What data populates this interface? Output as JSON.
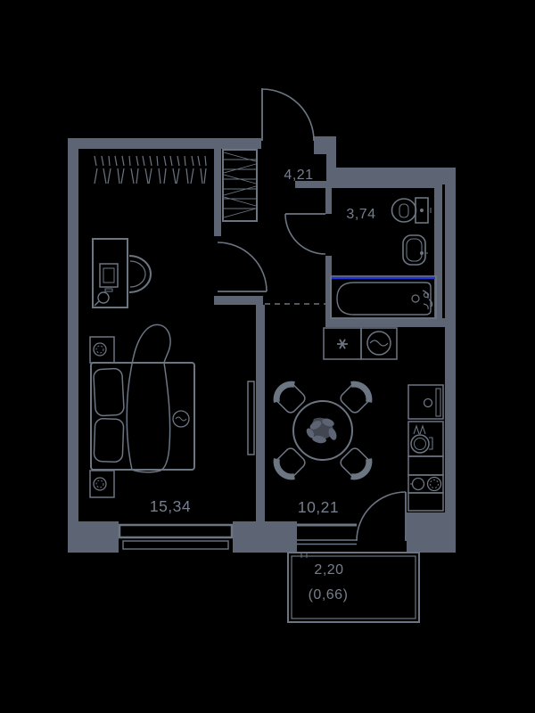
{
  "plan": {
    "type": "apartment-floor-plan",
    "colors": {
      "background": "#000000",
      "wall": "#5d6473",
      "line": "#6c7582",
      "text": "#767f8e",
      "accent_blue": "#2433d4"
    },
    "rooms": [
      {
        "name": "hallway",
        "area_m2": "4,21"
      },
      {
        "name": "bathroom",
        "area_m2": "3,74"
      },
      {
        "name": "bedroom",
        "area_m2": "15,34"
      },
      {
        "name": "kitchen-living",
        "area_m2": "10,21"
      },
      {
        "name": "balcony",
        "area_m2": "2,20",
        "area_reduced_m2": "(0,66)"
      }
    ]
  }
}
